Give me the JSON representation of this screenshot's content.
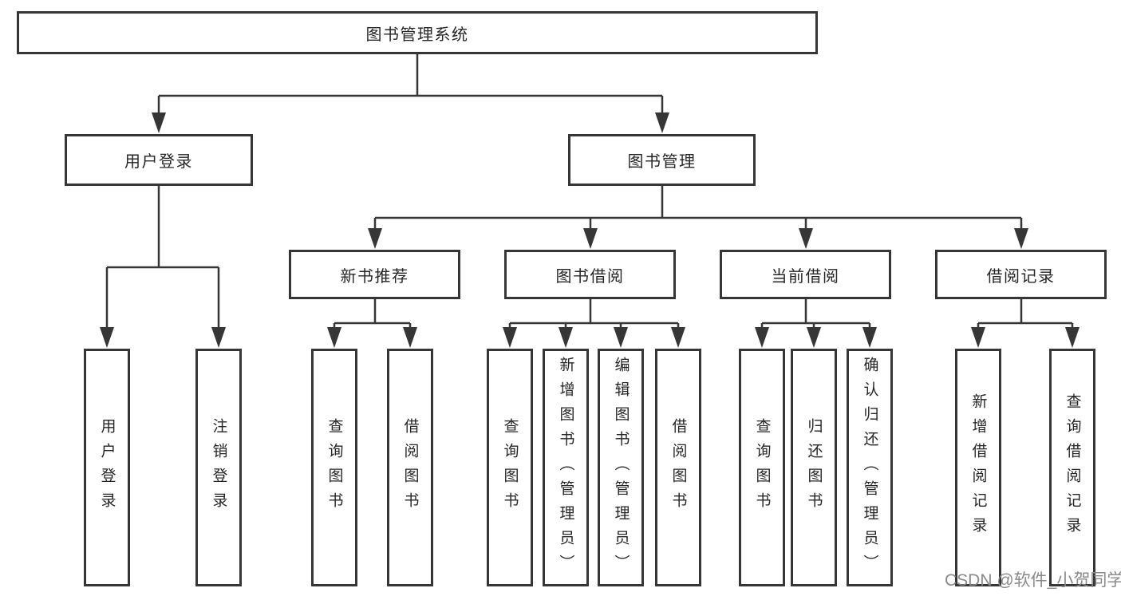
{
  "diagram": {
    "type": "org-tree",
    "title": "图书管理系统",
    "root": {
      "label": "图书管理系统",
      "children": [
        {
          "label": "用户登录",
          "children": [
            {
              "label": "用户登录"
            },
            {
              "label": "注销登录"
            }
          ]
        },
        {
          "label": "图书管理",
          "children": [
            {
              "label": "新书推荐",
              "children": [
                {
                  "label": "查询图书"
                },
                {
                  "label": "借阅图书"
                }
              ]
            },
            {
              "label": "图书借阅",
              "children": [
                {
                  "label": "查询图书"
                },
                {
                  "label": "新增图书（管理员）"
                },
                {
                  "label": "编辑图书（管理员）"
                },
                {
                  "label": "借阅图书"
                }
              ]
            },
            {
              "label": "当前借阅",
              "children": [
                {
                  "label": "查询图书"
                },
                {
                  "label": "归还图书"
                },
                {
                  "label": "确认归还（管理员）"
                }
              ]
            },
            {
              "label": "借阅记录",
              "children": [
                {
                  "label": "新增借阅记录"
                },
                {
                  "label": "查询借阅记录"
                }
              ]
            }
          ]
        }
      ]
    },
    "colors": {
      "line": "#363636",
      "box_border": "#363636",
      "text": "#262626",
      "background": "#ffffff",
      "watermark": "#8a8a8a"
    }
  },
  "watermark": {
    "text": "CSDN @软件_小贺同学"
  }
}
